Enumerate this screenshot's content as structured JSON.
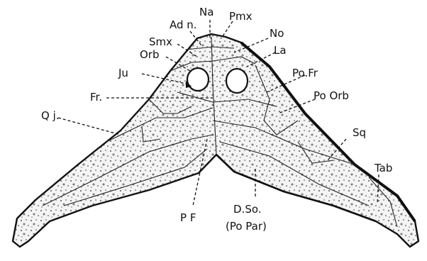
{
  "figure": {
    "labels": {
      "na": "Na",
      "pmx": "Pmx",
      "adn": "Ad n.",
      "no": "No",
      "smx": "Smx",
      "la": "La",
      "orb": "Orb",
      "pofr": "Po.Fr",
      "ju": "Ju",
      "poorb": "Po Orb",
      "fr": "Fr.",
      "qj": "Q j.",
      "sq": "Sq",
      "tab": "Tab",
      "pf": "P F",
      "dso": "D.So.",
      "popar": "(Po Par)"
    },
    "colors": {
      "ink": "#111111",
      "bone_fill": "#f4f4f4",
      "background": "#ffffff"
    }
  }
}
